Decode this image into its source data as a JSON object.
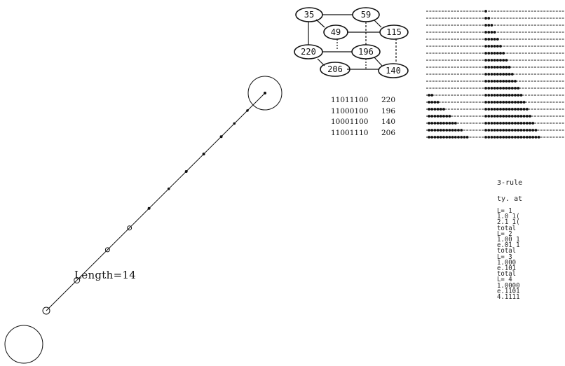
{
  "trajectory": {
    "length_label": "Length=14"
  },
  "cube": {
    "nodes": [
      {
        "id": "n35",
        "label": "35"
      },
      {
        "id": "n59",
        "label": "59"
      },
      {
        "id": "n49",
        "label": "49"
      },
      {
        "id": "n115",
        "label": "115"
      },
      {
        "id": "n220",
        "label": "220"
      },
      {
        "id": "n196",
        "label": "196"
      },
      {
        "id": "n206",
        "label": "206"
      },
      {
        "id": "n140",
        "label": "140"
      }
    ]
  },
  "rules": [
    {
      "bits": "11011100",
      "number": "220"
    },
    {
      "bits": "11000100",
      "number": "196"
    },
    {
      "bits": "10001100",
      "number": "140"
    },
    {
      "bits": "11001110",
      "number": "206"
    }
  ],
  "stats": {
    "title": "3-rule",
    "subtitle": "ty. at",
    "lines": [
      "L= 1",
      "1.0 1(",
      "2.1 1(",
      "total",
      "L= 2",
      "1.00 1",
      "e.01 1",
      "total",
      "L= 3",
      "1.000",
      "e.101",
      "total",
      "L= 4",
      "1.0000",
      "e.1101",
      "4.1111"
    ]
  }
}
